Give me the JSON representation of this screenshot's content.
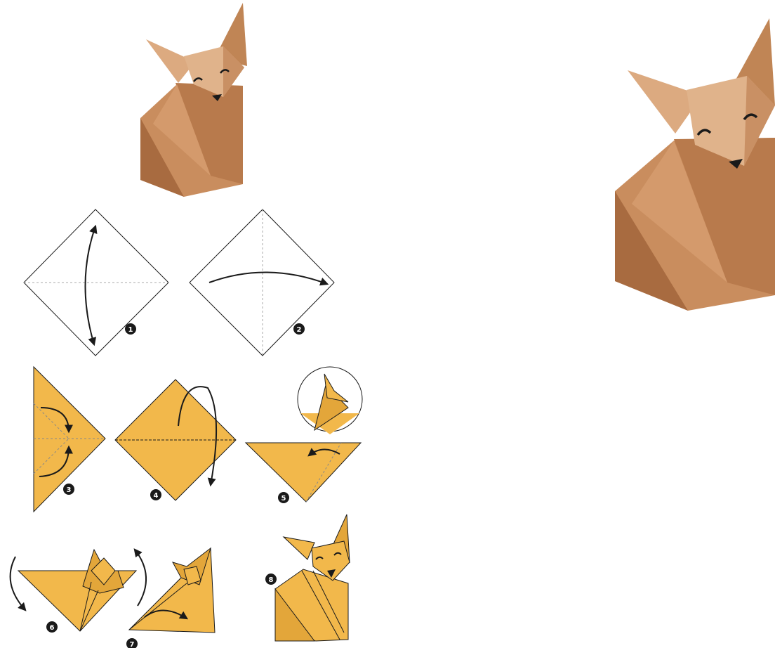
{
  "colors": {
    "kraft_light": "#d9a47a",
    "kraft_mid": "#c98d5e",
    "kraft_dark": "#a86b40",
    "yellow_paper": "#f2b84b",
    "yellow_shade": "#e3a63a",
    "line": "#1a1a1a",
    "crease": "#888888"
  },
  "steps": [
    {
      "number": "1",
      "label": "fold-diagonal-vertical"
    },
    {
      "number": "2",
      "label": "fold-diagonal-horizontal"
    },
    {
      "number": "3",
      "label": "fold-corners-in"
    },
    {
      "number": "4",
      "label": "fold-in-half"
    },
    {
      "number": "5",
      "label": "form-ear"
    },
    {
      "number": "6",
      "label": "turn-over"
    },
    {
      "number": "7",
      "label": "fold-tail"
    },
    {
      "number": "8",
      "label": "finished-fox"
    }
  ]
}
